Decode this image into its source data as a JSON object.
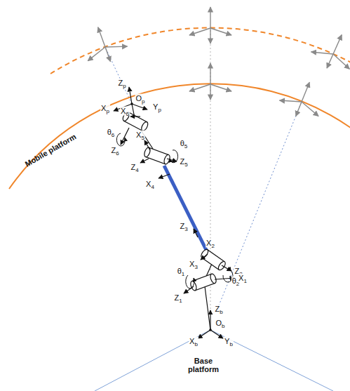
{
  "diagram": {
    "labels": [
      "Zp",
      "Op",
      "Yp",
      "Xp",
      "X6",
      "θ6",
      "Z6",
      "X5",
      "Z4",
      "θ5",
      "Z5",
      "X4",
      "Mobile platform",
      "Z3",
      "X2",
      "X3",
      "Z2",
      "θ2",
      "θ1",
      "Z1",
      "X1",
      "Zb",
      "Ob",
      "Xb",
      "Yb",
      "Base platform"
    ]
  }
}
